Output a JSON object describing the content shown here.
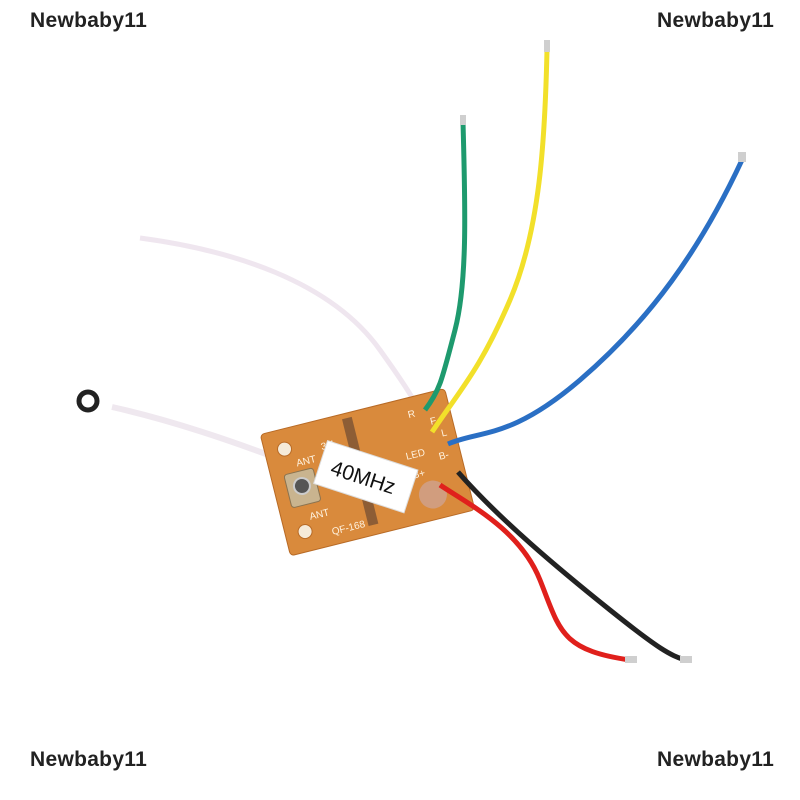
{
  "watermarks": [
    "Newbaby11",
    "Newbaby11",
    "Newbaby11",
    "Newbaby11"
  ],
  "product": {
    "frequency_label": "40MHz",
    "board_markings": [
      "QF-168",
      "3-1",
      "ANT",
      "ANT",
      "R",
      "F",
      "L",
      "B+",
      "B-",
      "LED"
    ]
  },
  "colors": {
    "board": "#d98a3c",
    "wire_green": "#1e9a6e",
    "wire_yellow": "#f2e02a",
    "wire_blue": "#2a6fc4",
    "wire_black": "#222222",
    "wire_red": "#e0201c",
    "wire_white": "#f4f0f4"
  }
}
